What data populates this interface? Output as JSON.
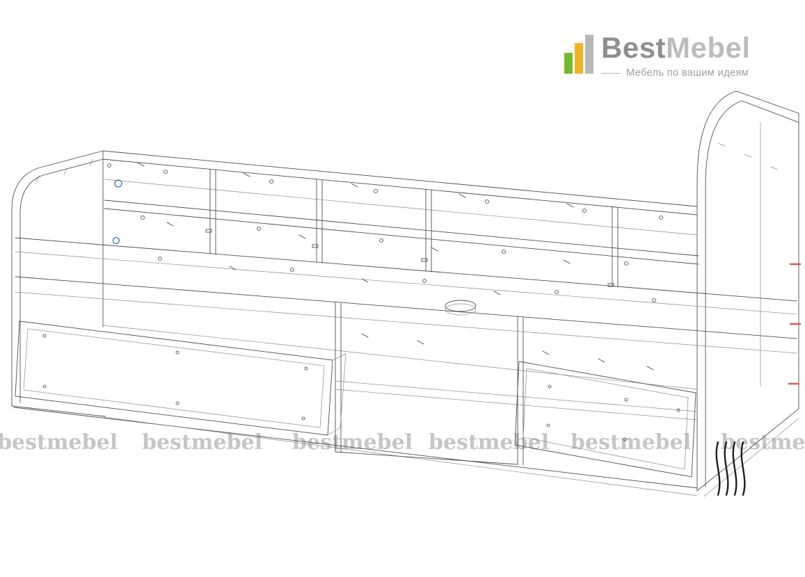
{
  "brand": {
    "name_primary": "Best",
    "name_secondary": "Mebel",
    "tagline": "Мебель по вашим идеям"
  },
  "watermark": {
    "text": "bestmebel"
  },
  "colors": {
    "logo_green": "#76b82a",
    "logo_yellow": "#f0b41e",
    "logo_gray": "#b8b8b8",
    "brand_text_primary": "#8f8f8f",
    "brand_text_secondary": "#bcbcbc",
    "tagline_text": "#9e9e9e",
    "watermark_gray": "#c6c6c6",
    "drawing_stroke": "#4f4f4f",
    "marker_blue": "#2f6fb5",
    "marker_red": "#e0594d"
  }
}
